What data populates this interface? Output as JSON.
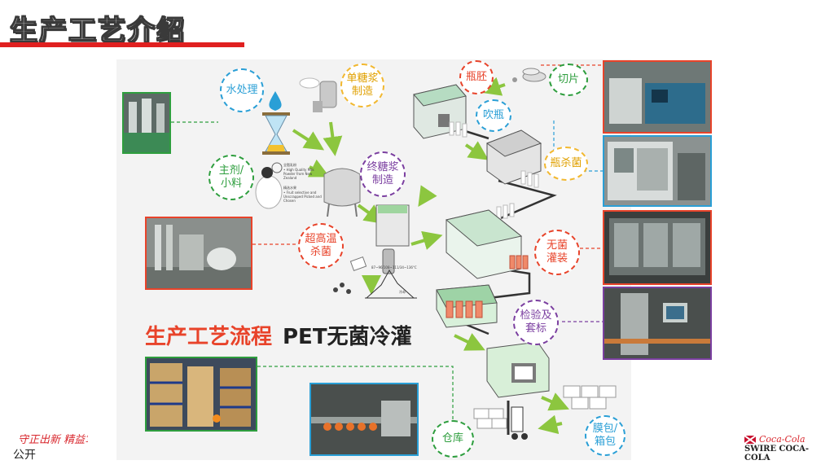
{
  "header": {
    "title": "生产工艺介绍"
  },
  "colors": {
    "accent_red": "#e02020",
    "flow_title": "#e8432a",
    "arrow_green": "#8cc63f"
  },
  "steps": {
    "water": "水处理",
    "syrup_single": "单糖浆\n制造",
    "ingredients": "主剂/\n小料",
    "syrup_final": "终糖浆\n制造",
    "uht": "超高温\n杀菌",
    "preform": "瓶胚",
    "chips": "切片",
    "blow": "吹瓶",
    "sterilize": "瓶杀菌",
    "aseptic_fill": "无菌\n灌装",
    "inspect_label": "检验及\n套标",
    "shrink_pack": "膜包/\n箱包",
    "warehouse": "仓库"
  },
  "flow": {
    "title": "生产工艺流程",
    "subtitle": "PET无菌冷灌"
  },
  "small_texts": {
    "milk_powder": "全脂乳粉",
    "milk_powder_en": "• High Quality Milk Powder from New Zealand",
    "fruit": "精选水果",
    "fruit_en": "• Fruit selective and Unscrapped Picked and Chosen",
    "uht_temps": "87~96/108~111/34~136°C",
    "uht_cool": "冷却"
  },
  "footer": {
    "classification": "公开",
    "slogan": "守正出新 精益笃行",
    "brand_name": "SWIRE COCA-COLA",
    "brand_script": "Coca-Cola"
  },
  "icons": [
    "swire-logo-icon",
    "slogan-logo-icon",
    "arrow-icon"
  ]
}
